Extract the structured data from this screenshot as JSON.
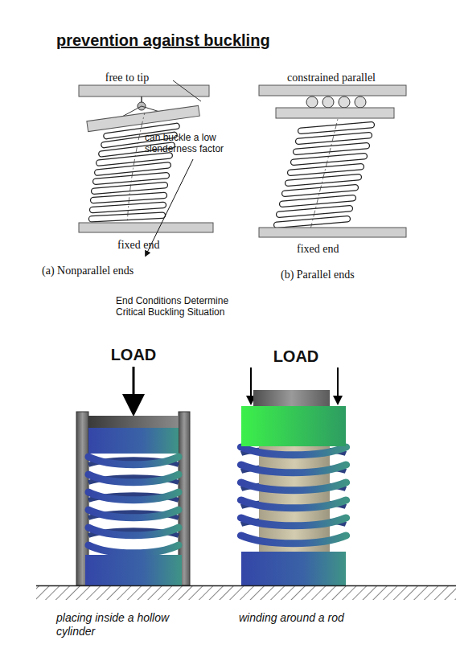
{
  "diagram": {
    "title": "prevention against buckling",
    "labels": [
      "free to tip",
      "constrained parallel",
      "can buckle a low slenderness factor",
      "fixed end",
      "fixed end",
      "(a) Nonparallel ends",
      "(b) Parallel ends",
      "End Conditions Determine Critical Buckling Situation",
      "LOAD",
      "LOAD",
      "placing inside a hollow cylinder",
      "winding around a rod"
    ]
  }
}
